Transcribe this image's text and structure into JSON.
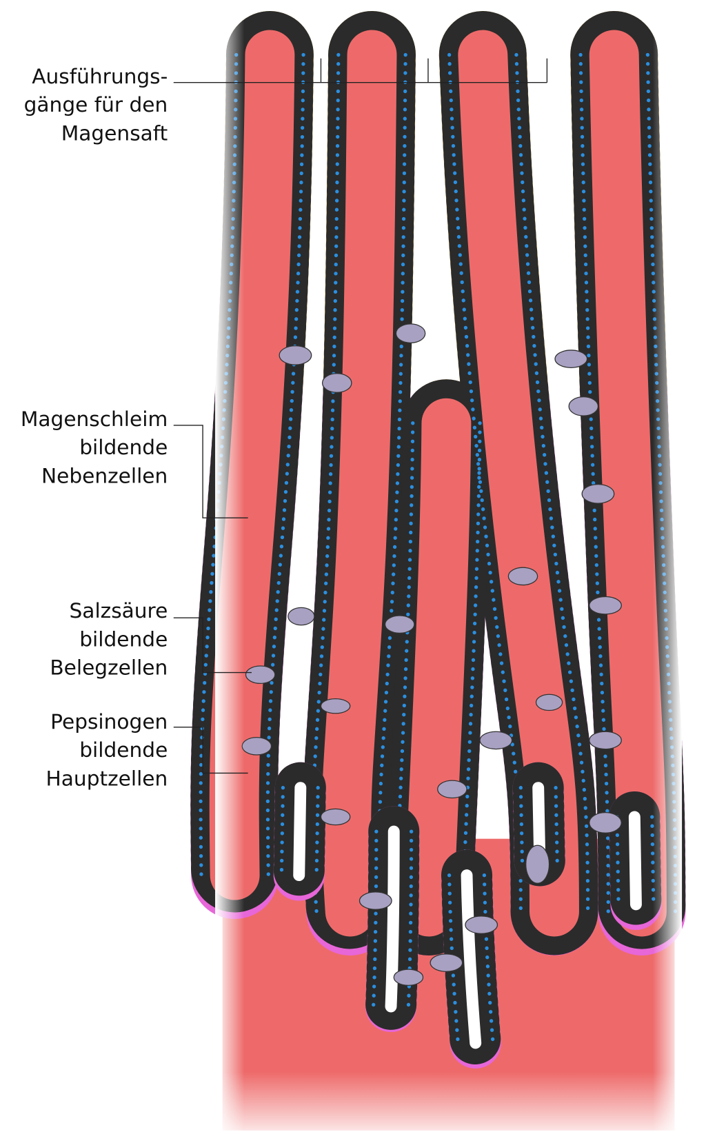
{
  "title": "Magenschleimhaut mit Magendrüsen",
  "labels": {
    "ducts": [
      "Ausführungs-",
      "gänge für den",
      "Magensaft"
    ],
    "mucous_cells": [
      "Magenschleim",
      "bildende",
      "Nebenzellen"
    ],
    "parietal_cells": [
      "Salzsäure",
      "bildende",
      "Belegzellen"
    ],
    "chief_cells": [
      "Pepsinogen",
      "bildende",
      "Hauptzellen"
    ]
  },
  "colors": {
    "tissue": "#ee6a6a",
    "surface_cells": "#f2b52e",
    "chief_cells": "#e766d8",
    "parietal_cells": "#a9a1c2",
    "nuclei": "#2a8fe0"
  }
}
